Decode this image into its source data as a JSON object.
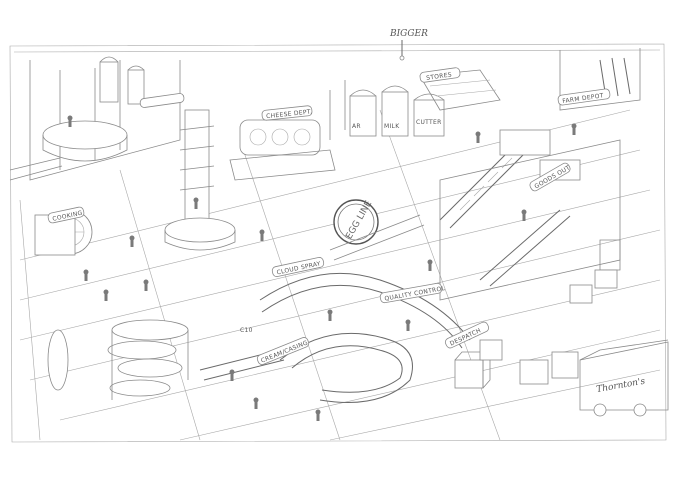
{
  "annotation": {
    "text": "BIGGER"
  },
  "labels": {
    "stores": "STORES",
    "farm_depot": "FARM DEPOT",
    "goods_out": "GOODS OUT",
    "cheese_dept": "CHEESE DEPT.",
    "milk": "MILK",
    "cutter": "CUTTER",
    "ar": "AR",
    "cooking": "COOKING",
    "egg_line": "EGG LINE",
    "cloud_spray": "CLOUD SPRAY",
    "quality_control": "QUALITY CONTROL",
    "despatch": "DESPATCH",
    "cream_plant": "CREAM/CASING",
    "c10": "C10",
    "truck_name": "Thornton's"
  }
}
